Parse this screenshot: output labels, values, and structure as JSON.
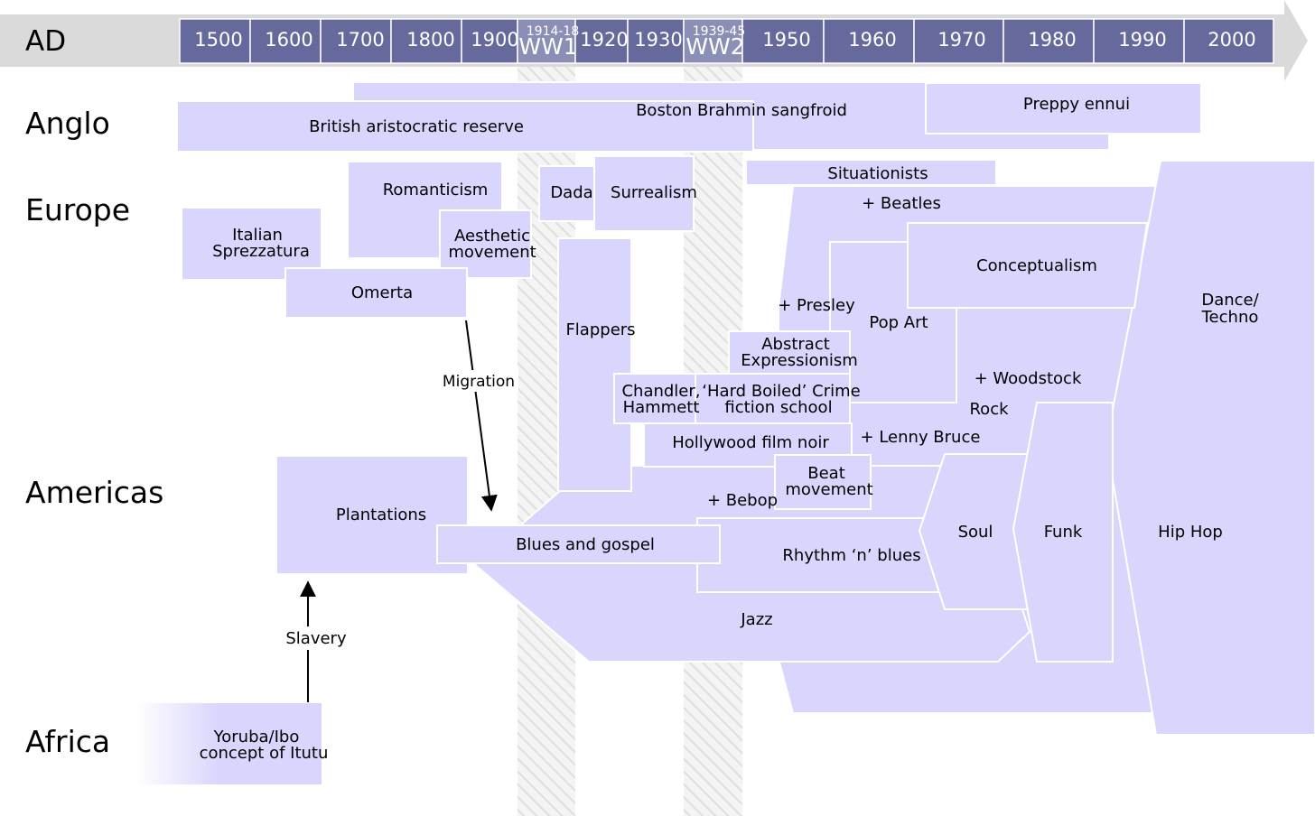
{
  "timeline": {
    "label": "AD",
    "years": [
      "1500",
      "1600",
      "1700",
      "1800",
      "1900",
      "1920",
      "1930",
      "1950",
      "1960",
      "1970",
      "1980",
      "1990",
      "2000"
    ],
    "wars": [
      {
        "dates": "1914-18",
        "name": "WW1"
      },
      {
        "dates": "1939-45",
        "name": "WW2"
      }
    ]
  },
  "regions": [
    "Anglo",
    "Europe",
    "Americas",
    "Africa"
  ],
  "movements": {
    "boston": "Boston Brahmin sangfroid",
    "british": "British aristocratic reserve",
    "preppy": "Preppy ennui",
    "romanticism": "Romanticism",
    "italian": [
      "Italian",
      "Sprezzatura"
    ],
    "aesthetic": [
      "Aesthetic",
      "movement"
    ],
    "omerta": "Omerta",
    "dada": "Dada",
    "surrealism": "Surrealism",
    "situationists": "Situationists",
    "beatles": "+ Beatles",
    "conceptualism": "Conceptualism",
    "presley": "+ Presley",
    "popart": "Pop Art",
    "abstract": [
      "Abstract",
      "Expressionism"
    ],
    "flappers": "Flappers",
    "chandler": [
      "Chandler,",
      "Hammett"
    ],
    "hardboiled": [
      "‘Hard Boiled’ Crime",
      "fiction school"
    ],
    "woodstock": "+ Woodstock",
    "rock": "Rock",
    "noir": "Hollywood film noir",
    "lenny": "+ Lenny Bruce",
    "beat": [
      "Beat",
      "movement"
    ],
    "bebop": "+ Bebop",
    "plantations": "Plantations",
    "blues": "Blues and gospel",
    "rnb": "Rhythm ‘n’ blues",
    "soul": "Soul",
    "funk": "Funk",
    "hiphop": "Hip Hop",
    "dance": [
      "Dance/",
      "Techno"
    ],
    "jazz": "Jazz",
    "yoruba": [
      "Yoruba/Ibo",
      "concept of Itutu"
    ]
  },
  "arrows": {
    "migration": "Migration",
    "slavery": "Slavery"
  },
  "colors": {
    "box_fill": "#d8d6fc",
    "timeline_cell": "#66699c",
    "timeline_war": "#8c8fb5",
    "war_band_hatch": "#dcdcdc",
    "arrow_band": "#dadada"
  }
}
